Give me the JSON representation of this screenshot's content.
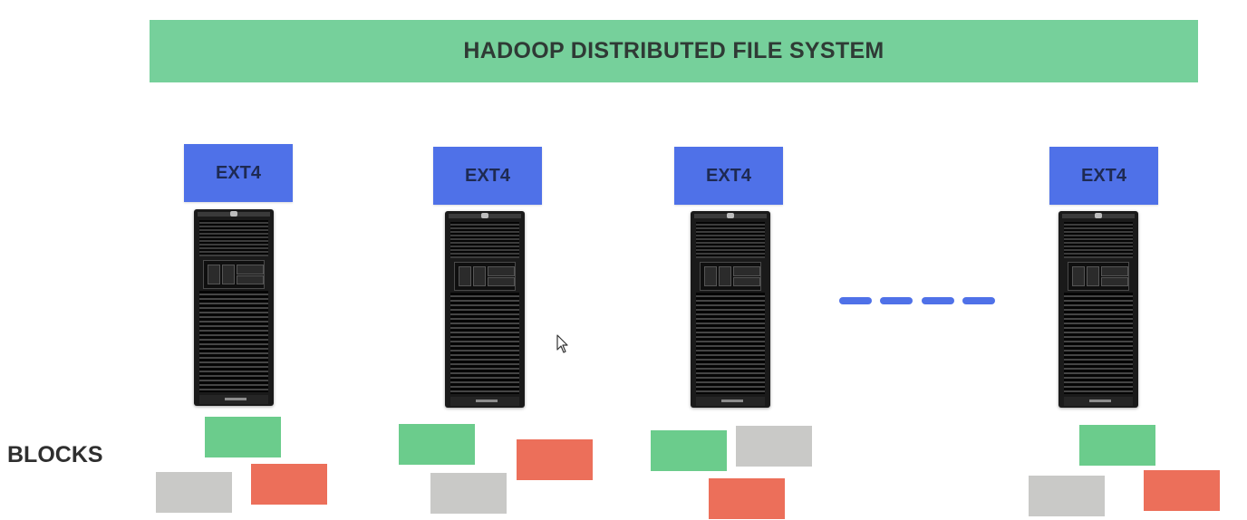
{
  "banner": {
    "title": "HADOOP DISTRIBUTED FILE SYSTEM"
  },
  "nodes": [
    {
      "fs_label": "EXT4"
    },
    {
      "fs_label": "EXT4"
    },
    {
      "fs_label": "EXT4"
    },
    {
      "fs_label": "EXT4"
    }
  ],
  "blocks_label": "BLOCKS",
  "colors": {
    "banner": "#76d09b",
    "fs_label": "#4f71e8",
    "ellipsis": "#4f71e8",
    "block_green": "#6bcc8c",
    "block_red": "#ec6f5a",
    "block_gray": "#c9c9c7"
  },
  "icons": {
    "server": "tower-server-icon",
    "ellipsis": "dashed-ellipsis-icon",
    "cursor": "mouse-pointer-icon"
  }
}
